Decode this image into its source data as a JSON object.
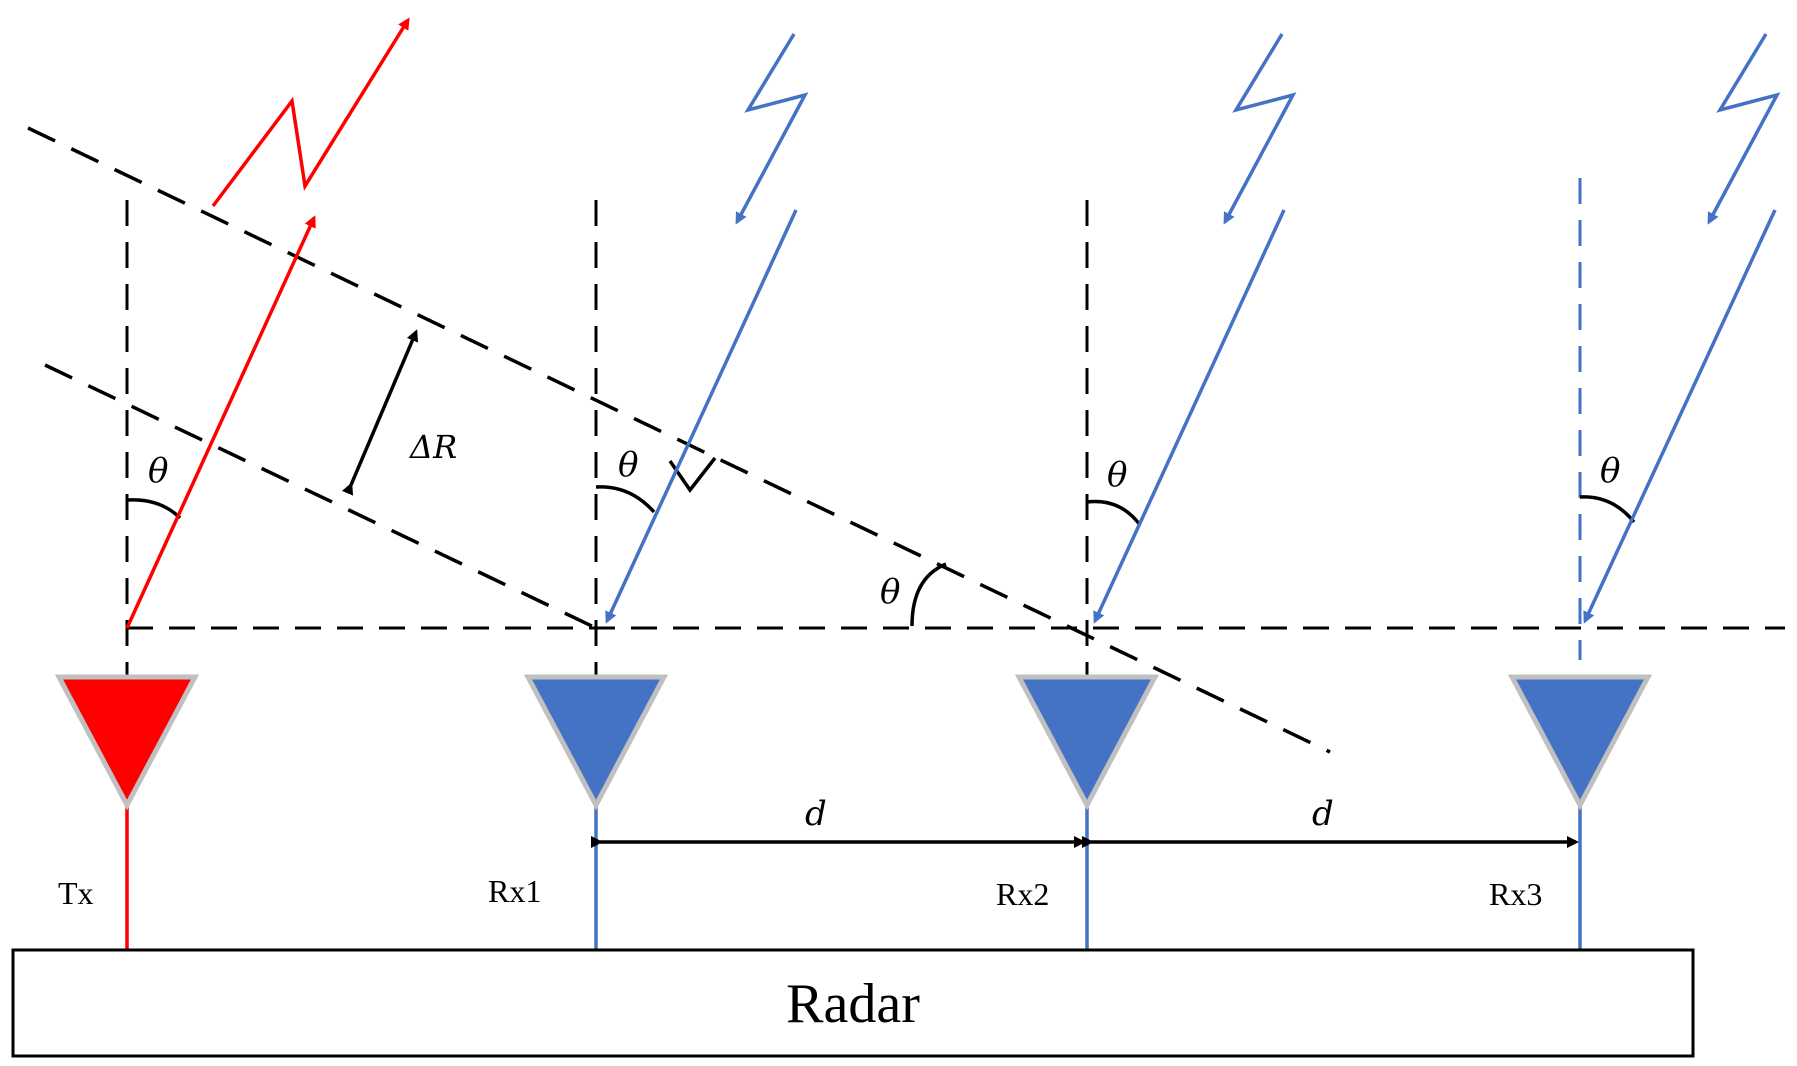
{
  "labels": {
    "tx": "Tx",
    "rx1": "Rx1",
    "rx2": "Rx2",
    "rx3": "Rx3",
    "radar": "Radar",
    "angle": "θ",
    "path_diff": "ΔR",
    "spacing_1": "d",
    "spacing_2": "d"
  },
  "colors": {
    "tx": "#ff0000",
    "rx": "#4472c4",
    "line": "#000000",
    "antenna_border": "#c0c0c0"
  }
}
